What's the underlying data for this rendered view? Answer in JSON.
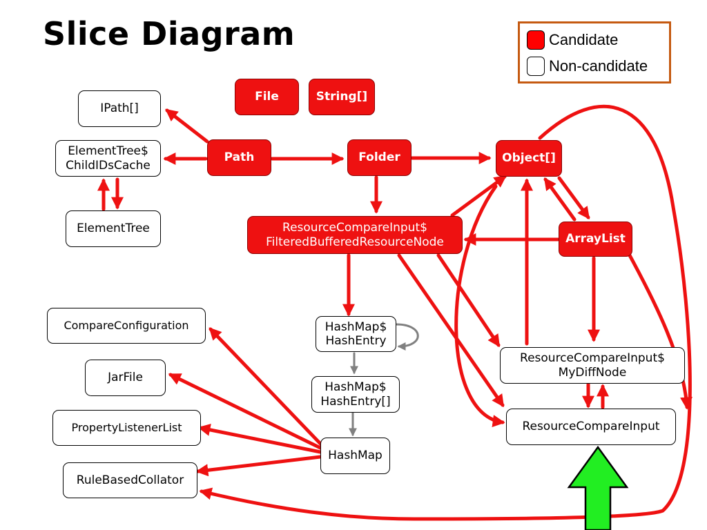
{
  "title": "Slice Diagram",
  "legend": {
    "candidate": "Candidate",
    "non_candidate": "Non-candidate"
  },
  "colors": {
    "candidate_fill": "#ee1111",
    "arrow_red": "#ee1111",
    "arrow_gray": "#808080",
    "entry_arrow": "#22ee22",
    "legend_border": "#c55a11"
  },
  "nodes": {
    "file": {
      "text": [
        "File"
      ],
      "type": "candidate"
    },
    "string_arr": {
      "text": [
        "String[]"
      ],
      "type": "candidate"
    },
    "ipath": {
      "text": [
        "IPath[]"
      ],
      "type": "non-candidate"
    },
    "elementtree_cache": {
      "text": [
        "ElementTree$",
        "ChildIDsCache"
      ],
      "type": "non-candidate"
    },
    "path": {
      "text": [
        "Path"
      ],
      "type": "candidate"
    },
    "folder": {
      "text": [
        "Folder"
      ],
      "type": "candidate"
    },
    "object_arr": {
      "text": [
        "Object[]"
      ],
      "type": "candidate"
    },
    "elementtree": {
      "text": [
        "ElementTree"
      ],
      "type": "non-candidate"
    },
    "rci_fbrn": {
      "text": [
        "ResourceCompareInput$",
        "FilteredBufferedResourceNode"
      ],
      "type": "candidate"
    },
    "arraylist": {
      "text": [
        "ArrayList"
      ],
      "type": "candidate"
    },
    "compareconfig": {
      "text": [
        "CompareConfiguration"
      ],
      "type": "non-candidate"
    },
    "hashentry": {
      "text": [
        "HashMap$",
        "HashEntry"
      ],
      "type": "non-candidate"
    },
    "rci_mydiff": {
      "text": [
        "ResourceCompareInput$",
        "MyDiffNode"
      ],
      "type": "non-candidate"
    },
    "jarfile": {
      "text": [
        "JarFile"
      ],
      "type": "non-candidate"
    },
    "hashentry_arr": {
      "text": [
        "HashMap$",
        "HashEntry[]"
      ],
      "type": "non-candidate"
    },
    "propertylistener": {
      "text": [
        "PropertyListenerList"
      ],
      "type": "non-candidate"
    },
    "rci": {
      "text": [
        "ResourceCompareInput"
      ],
      "type": "non-candidate"
    },
    "hashmap": {
      "text": [
        "HashMap"
      ],
      "type": "non-candidate"
    },
    "rulebased": {
      "text": [
        "RuleBasedCollator"
      ],
      "type": "non-candidate"
    }
  }
}
